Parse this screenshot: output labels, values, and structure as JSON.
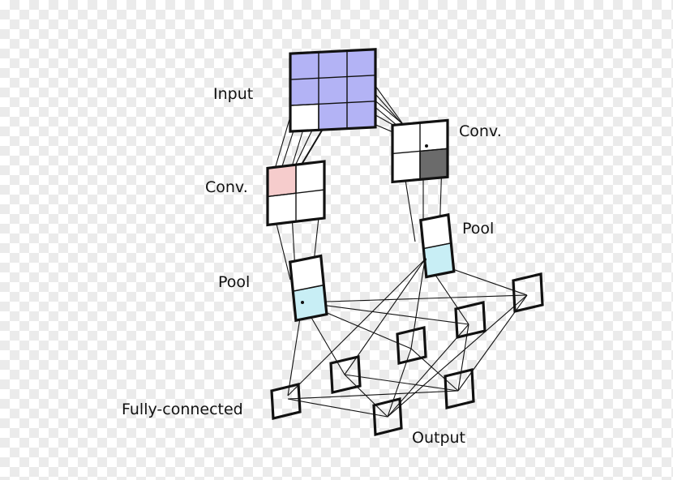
{
  "labels": {
    "input": "Input",
    "conv_right": "Conv.",
    "conv_left": "Conv.",
    "pool_right": "Pool",
    "pool_left": "Pool",
    "fully_connected": "Fully-connected",
    "output": "Output"
  },
  "colors": {
    "input_fill": "#b3b3f5",
    "conv_highlight_pink": "#f6cccc",
    "conv_highlight_dark": "#6b6b6b",
    "pool_highlight_blue": "#c8eef5",
    "stroke": "#111111"
  }
}
